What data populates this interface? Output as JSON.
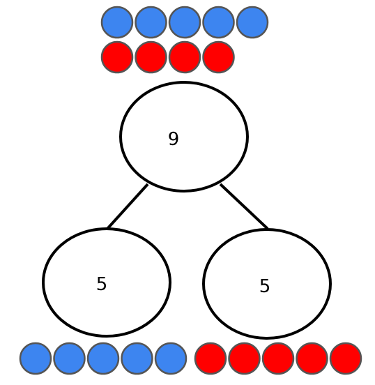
{
  "colors": {
    "blue": "#3d85f0",
    "red": "#ff0000"
  },
  "counters": {
    "top_row_blue": 5,
    "top_row_red": 4,
    "bottom_left_blue": 5,
    "bottom_right_red": 5
  },
  "nodes": {
    "whole": "9",
    "part_left": "5",
    "part_right": "5"
  }
}
